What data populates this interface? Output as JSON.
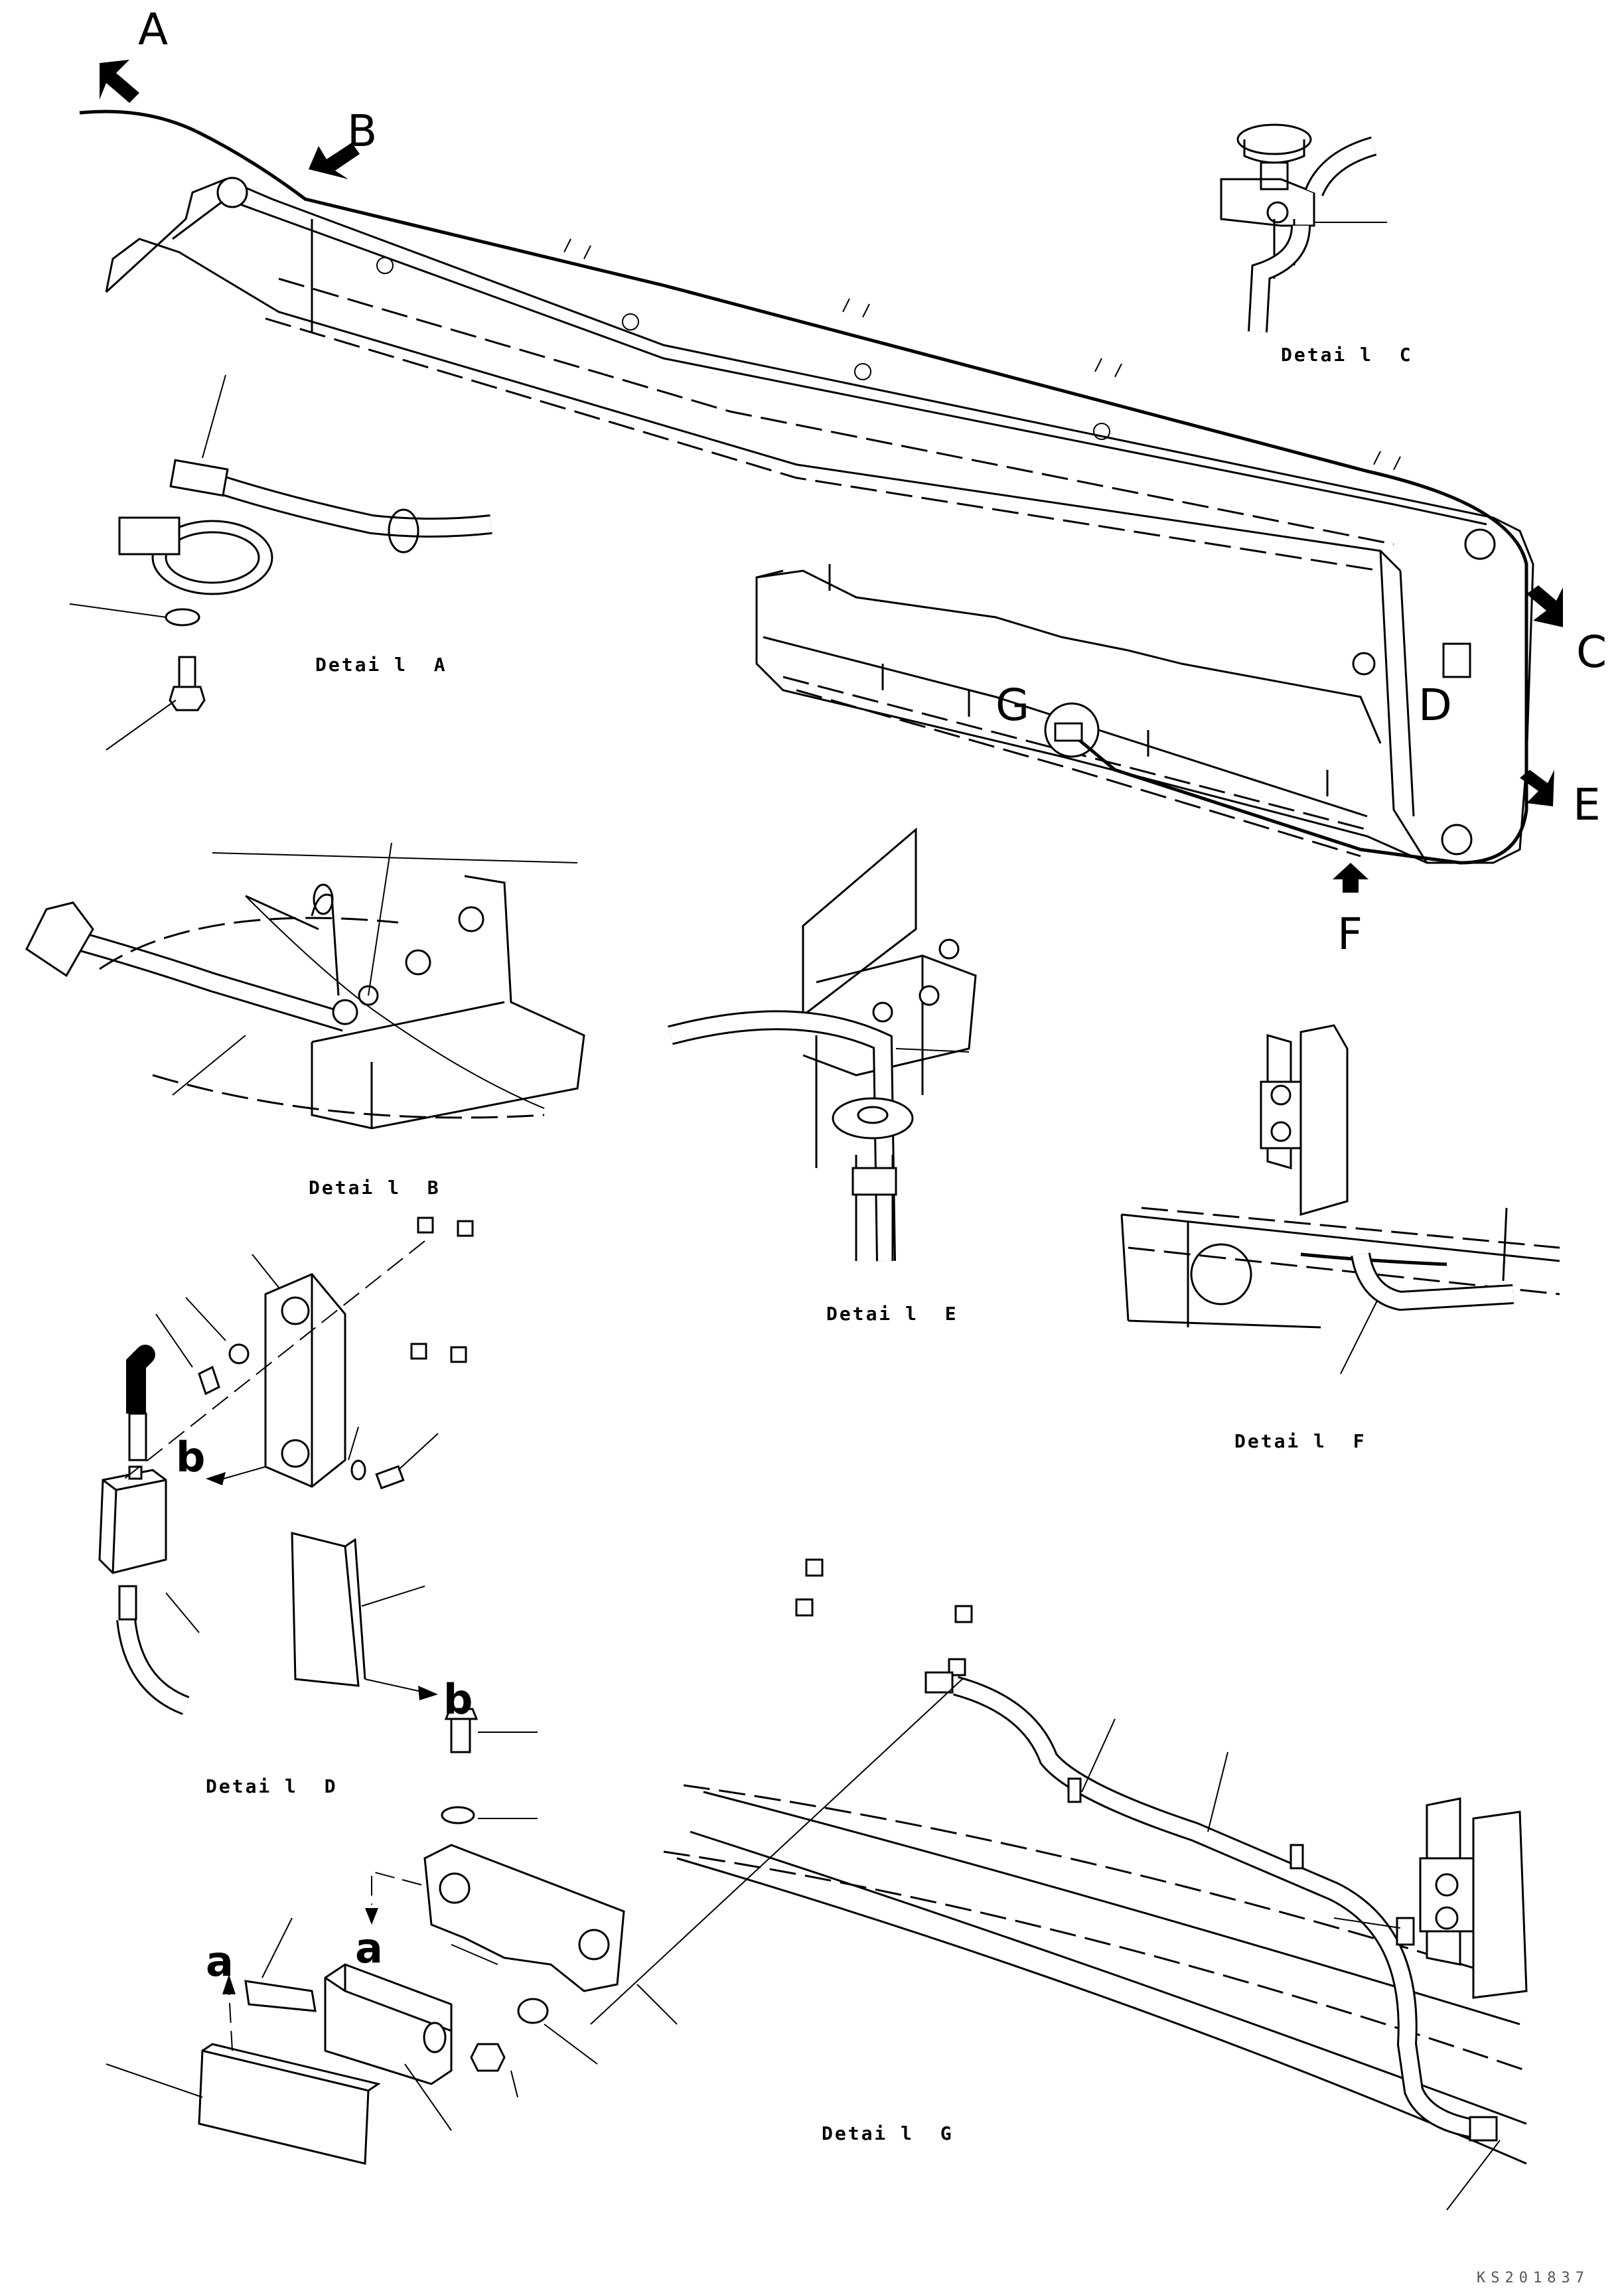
{
  "callouts": {
    "A": "A",
    "B": "B",
    "C": "C",
    "D": "D",
    "E": "E",
    "F": "F",
    "G": "G",
    "a1": "a",
    "a2": "a",
    "b1": "b",
    "b2": "b"
  },
  "captions": {
    "detail_a": "Detai l  A",
    "detail_b": "Detai l  B",
    "detail_c": "Detai l  C",
    "detail_d": "Detai l  D",
    "detail_e": "Detai l  E",
    "detail_f": "Detai l  F",
    "detail_g": "Detai l  G"
  },
  "doc_id": "KS201837"
}
